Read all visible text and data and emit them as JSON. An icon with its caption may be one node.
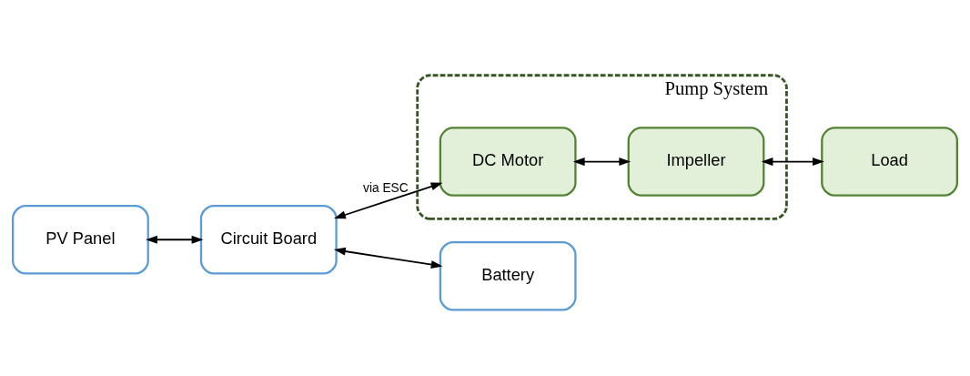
{
  "diagram": {
    "nodes": [
      {
        "text": [
          "Pump System"
        ]
      },
      {
        "text": [
          "PV Panel"
        ]
      },
      {
        "text": [
          "Circuit Board"
        ]
      },
      {
        "text": [
          "DC Motor"
        ],
        "in": 0
      },
      {
        "text": [
          "Impeller"
        ],
        "in": 0
      },
      {
        "text": [
          "Battery"
        ]
      },
      {
        "text": [
          "Load"
        ]
      }
    ],
    "edges": [
      {
        "from": 1,
        "to": 2,
        "arrow": "both"
      },
      {
        "from": 2,
        "to": 3,
        "arrow": "both",
        "label": "via ESC"
      },
      {
        "from": 3,
        "to": 4,
        "arrow": "both"
      },
      {
        "from": 2,
        "to": 5,
        "arrow": "both"
      },
      {
        "from": 4,
        "to": 6,
        "arrow": "both"
      }
    ]
  }
}
